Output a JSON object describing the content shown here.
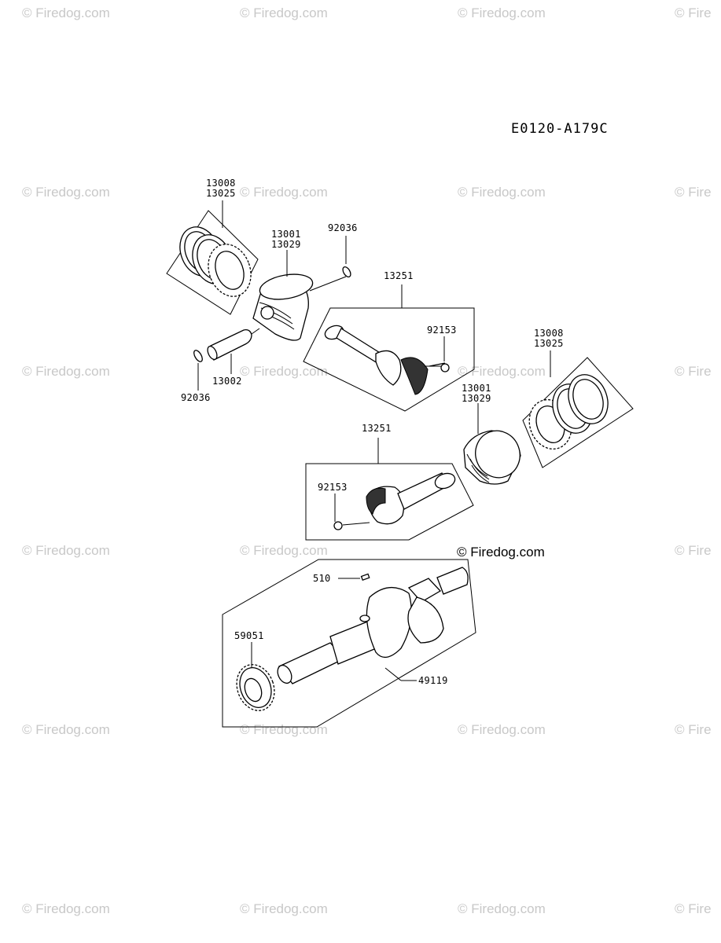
{
  "diagram_code": "E0120-A179C",
  "credit": "© Firedog.com",
  "watermark": "© Firedog.com",
  "watermark_truncated": "© Fire",
  "callouts": {
    "rings_top_a": "13008",
    "rings_top_b": "13025",
    "piston_top_a": "13001",
    "piston_top_b": "13029",
    "clip_top": "92036",
    "conrod_top": "13251",
    "bolt_top": "92153",
    "pin": "13002",
    "clip_bottom": "92036",
    "rings_right_a": "13008",
    "rings_right_b": "13025",
    "piston_right_a": "13001",
    "piston_right_b": "13029",
    "conrod_mid": "13251",
    "bolt_mid": "92153",
    "key": "510",
    "gear": "59051",
    "crankshaft": "49119"
  }
}
